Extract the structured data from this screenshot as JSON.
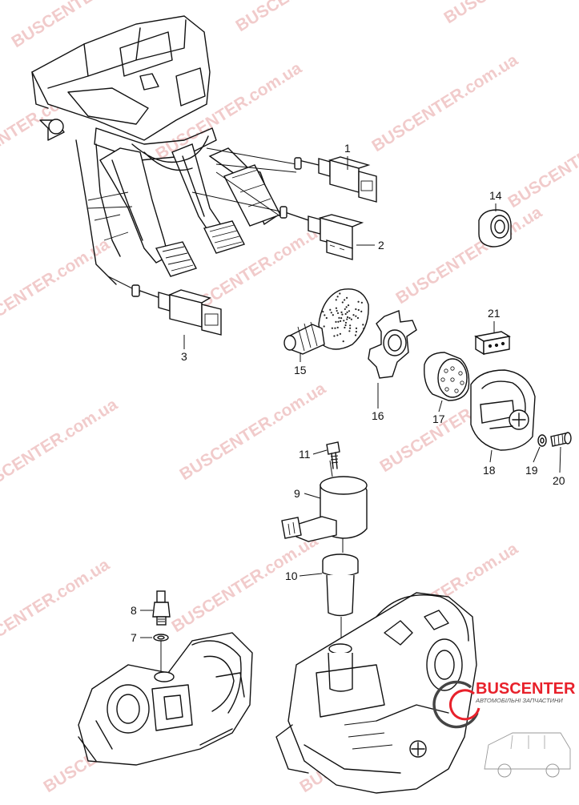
{
  "watermark": "BUSCENTER.com.ua",
  "logo": {
    "name": "BUSCENTER",
    "tagline": "АВТОМОБІЛЬНІ ЗАПЧАСТИНИ"
  },
  "callouts": [
    "1",
    "2",
    "3",
    "7",
    "8",
    "9",
    "10",
    "11",
    "14",
    "15",
    "16",
    "17",
    "18",
    "19",
    "20",
    "21"
  ],
  "colors": {
    "line": "#111111",
    "watermark": "#d24a4a",
    "logo": "#e8212b"
  }
}
